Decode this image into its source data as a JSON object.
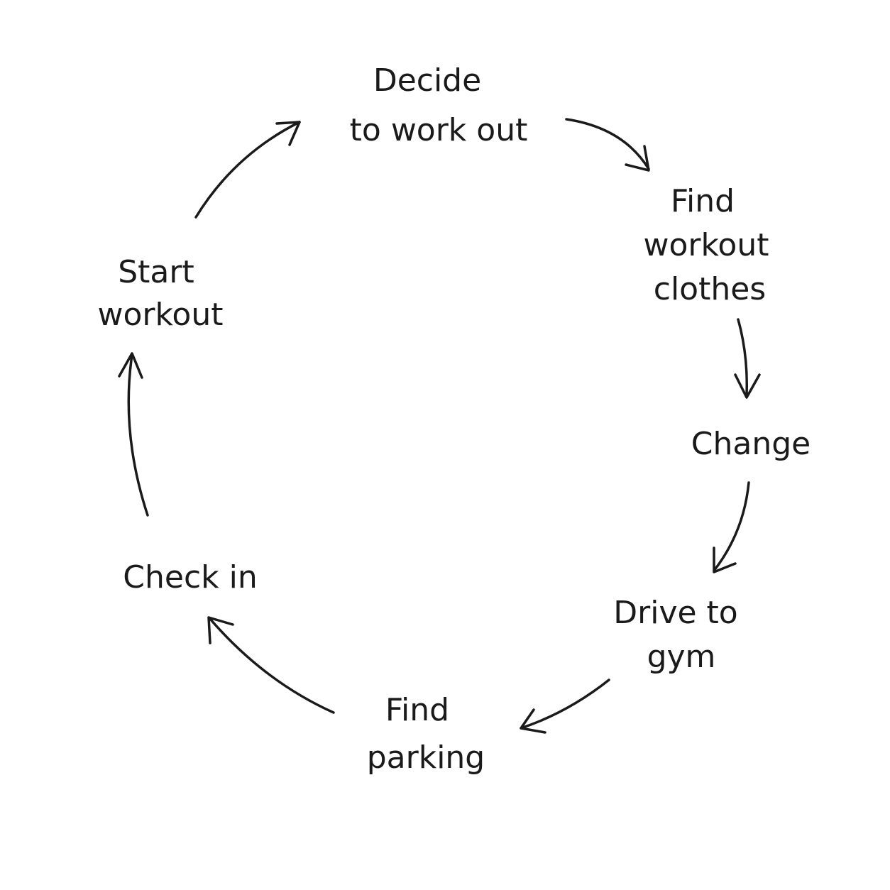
{
  "diagram": {
    "steps": [
      {
        "id": "decide",
        "lines": [
          "Decide",
          "to work out"
        ]
      },
      {
        "id": "find-clothes",
        "lines": [
          "Find",
          "workout",
          "clothes"
        ]
      },
      {
        "id": "change",
        "lines": [
          "Change"
        ]
      },
      {
        "id": "drive",
        "lines": [
          "Drive to",
          "gym"
        ]
      },
      {
        "id": "find-parking",
        "lines": [
          "Find",
          "parking"
        ]
      },
      {
        "id": "check-in",
        "lines": [
          "Check in"
        ]
      },
      {
        "id": "start-workout",
        "lines": [
          "Start",
          "workout"
        ]
      }
    ],
    "colors": {
      "ink": "#1a1a1a",
      "background": "#ffffff"
    }
  }
}
